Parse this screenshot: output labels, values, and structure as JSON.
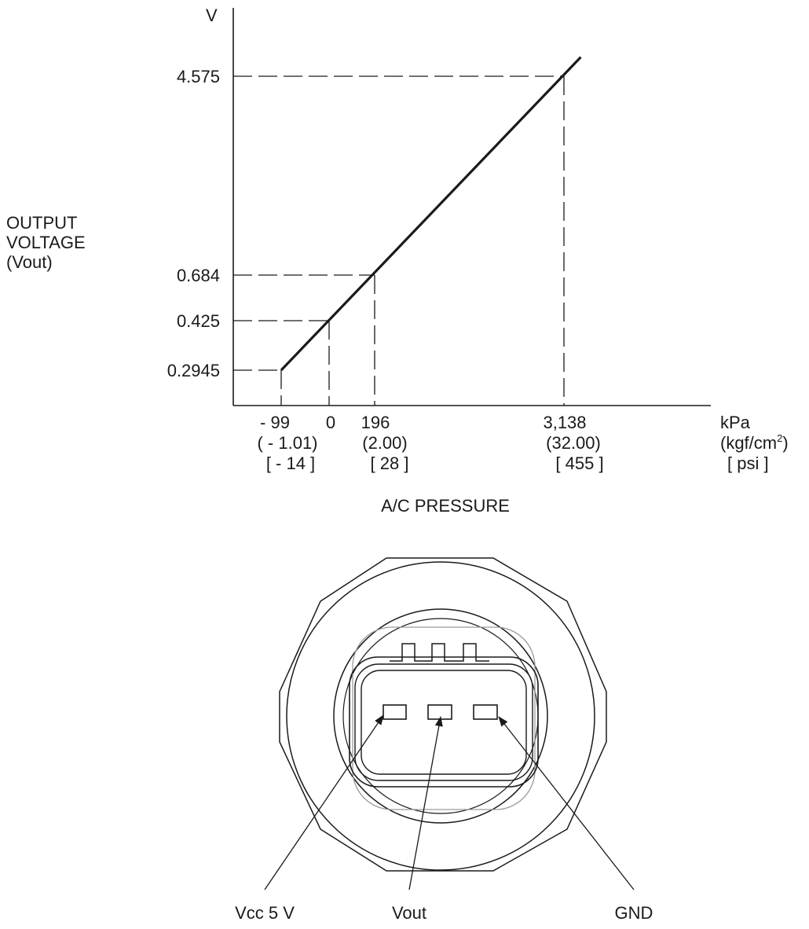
{
  "chart_data": {
    "type": "line",
    "title": "",
    "ylabel_unit": "V",
    "ylabel_lines": [
      "OUTPUT",
      "VOLTAGE",
      "(Vout)"
    ],
    "xlabel": "A/C PRESSURE",
    "x_unit_lines": {
      "kpa": "kPa",
      "kgf_prefix": "(kgf/cm",
      "kgf_sup": "2",
      "kgf_suffix": ")",
      "psi": "[ psi ]"
    },
    "series": [
      {
        "x": [
          -99,
          3400
        ],
        "y": [
          0.2945,
          4.95
        ]
      }
    ],
    "marked_points": [
      {
        "kpa": -99,
        "v": 0.2945
      },
      {
        "kpa": 0,
        "v": 0.425
      },
      {
        "kpa": 196,
        "v": 0.684
      },
      {
        "kpa": 3138,
        "v": 4.575
      }
    ],
    "y_ticks": [
      "0.2945",
      "0.425",
      "0.684",
      "4.575"
    ],
    "x_ticks": [
      {
        "kpa": "- 99",
        "kgf": "( - 1.01)",
        "psi": "[  - 14 ]"
      },
      {
        "kpa": "0",
        "kgf": "",
        "psi": ""
      },
      {
        "kpa": "196",
        "kgf": "(2.00)",
        "psi": "[ 28 ]"
      },
      {
        "kpa": "3,138",
        "kgf": "(32.00)",
        "psi": "[ 455 ]"
      }
    ]
  },
  "connector": {
    "pins": [
      {
        "label": "Vcc 5 V"
      },
      {
        "label": "Vout"
      },
      {
        "label": "GND"
      }
    ]
  },
  "colors": {
    "ink": "#1a1a1a",
    "background": "#ffffff"
  }
}
